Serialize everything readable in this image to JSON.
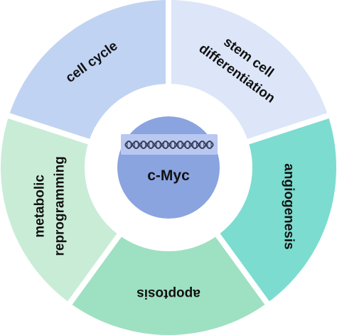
{
  "center": {
    "label": "c-Myc",
    "fill": "#8aa4e0",
    "dna_color": "#3a3f5c",
    "dna_box_fill": "#b9c8f0",
    "icon": "dna-helix-icon"
  },
  "ring_background": "#ffffff",
  "segments": [
    {
      "id": "cell-cycle",
      "lines": [
        "cell cycle"
      ],
      "fill": "#c0d3f2"
    },
    {
      "id": "stem-cell-differentiation",
      "lines": [
        "stem cell",
        "differentiation"
      ],
      "fill": "#dce6f8"
    },
    {
      "id": "angiogenesis",
      "lines": [
        "angiogenesis"
      ],
      "fill": "#7cdcd0"
    },
    {
      "id": "apoptosis",
      "lines": [
        "apoptosis"
      ],
      "fill": "#9ee0c2"
    },
    {
      "id": "metabolic-reprogramming",
      "lines": [
        "metabolic",
        "reprogramming"
      ],
      "fill": "#c9ecd7"
    }
  ]
}
